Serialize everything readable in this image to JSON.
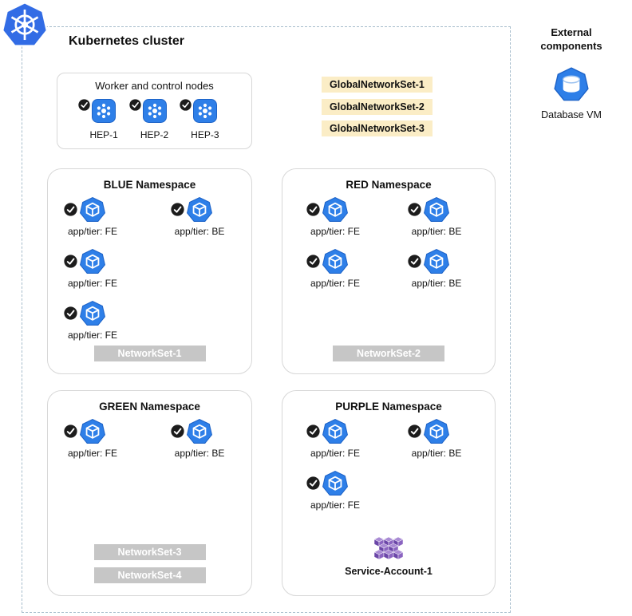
{
  "cluster": {
    "title": "Kubernetes cluster",
    "nodes_box": {
      "title": "Worker and control nodes",
      "nodes": [
        {
          "label": "HEP-1"
        },
        {
          "label": "HEP-2"
        },
        {
          "label": "HEP-3"
        }
      ]
    },
    "global_network_sets": [
      "GlobalNetworkSet-1",
      "GlobalNetworkSet-2",
      "GlobalNetworkSet-3"
    ],
    "namespaces": [
      {
        "title": "BLUE Namespace",
        "pods": [
          {
            "label": "app/tier: FE"
          },
          {
            "label": "app/tier: BE"
          },
          {
            "label": "app/tier: FE"
          },
          {
            "label": "app/tier: FE"
          }
        ],
        "network_sets": [
          "NetworkSet-1"
        ]
      },
      {
        "title": "RED Namespace",
        "pods": [
          {
            "label": "app/tier: FE"
          },
          {
            "label": "app/tier: BE"
          },
          {
            "label": "app/tier: FE"
          },
          {
            "label": "app/tier: BE"
          }
        ],
        "network_sets": [
          "NetworkSet-2"
        ]
      },
      {
        "title": "GREEN Namespace",
        "pods": [
          {
            "label": "app/tier: FE"
          },
          {
            "label": "app/tier: BE"
          }
        ],
        "network_sets": [
          "NetworkSet-3",
          "NetworkSet-4"
        ]
      },
      {
        "title": "PURPLE Namespace",
        "pods": [
          {
            "label": "app/tier: FE"
          },
          {
            "label": "app/tier: BE"
          },
          {
            "label": "app/tier: FE"
          }
        ],
        "network_sets": [],
        "service_account": "Service-Account-1"
      }
    ]
  },
  "external": {
    "title": "External components",
    "items": [
      {
        "label": "Database VM"
      }
    ]
  },
  "colors": {
    "kubernetes_blue": "#326CE5",
    "pod_blue": "#2E7FE8",
    "global_set_bg": "#FBEDC6",
    "network_set_bg": "#C6C6C6",
    "service_account_purple": "#7C5CB8",
    "check_black": "#1C1C1C"
  }
}
